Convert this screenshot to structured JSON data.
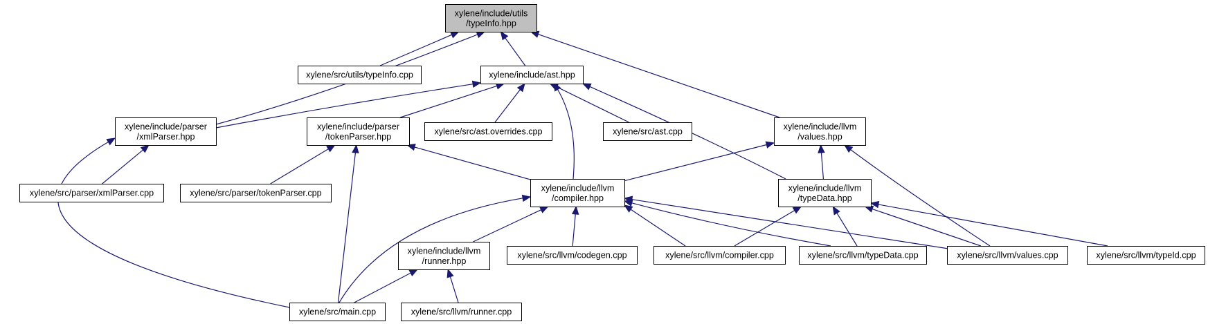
{
  "diagram": {
    "type": "include-dependency-graph",
    "root": "typeinfo_hpp",
    "colors": {
      "edge": "#191970",
      "root_fill": "#bfbfbf",
      "node_fill": "#ffffff",
      "border": "#000000"
    },
    "nodes": [
      {
        "id": "typeinfo_hpp",
        "lines": [
          "xylene/include/utils",
          "/typeInfo.hpp"
        ]
      },
      {
        "id": "typeinfo_cpp",
        "lines": [
          "xylene/src/utils/typeInfo.cpp"
        ]
      },
      {
        "id": "ast_hpp",
        "lines": [
          "xylene/include/ast.hpp"
        ]
      },
      {
        "id": "xmlparser_hpp",
        "lines": [
          "xylene/include/parser",
          "/xmlParser.hpp"
        ]
      },
      {
        "id": "tokenparser_hpp",
        "lines": [
          "xylene/include/parser",
          "/tokenParser.hpp"
        ]
      },
      {
        "id": "ast_overrides_cpp",
        "lines": [
          "xylene/src/ast.overrides.cpp"
        ]
      },
      {
        "id": "ast_cpp",
        "lines": [
          "xylene/src/ast.cpp"
        ]
      },
      {
        "id": "values_hpp",
        "lines": [
          "xylene/include/llvm",
          "/values.hpp"
        ]
      },
      {
        "id": "xmlparser_cpp",
        "lines": [
          "xylene/src/parser/xmlParser.cpp"
        ]
      },
      {
        "id": "tokenparser_cpp",
        "lines": [
          "xylene/src/parser/tokenParser.cpp"
        ]
      },
      {
        "id": "compiler_hpp",
        "lines": [
          "xylene/include/llvm",
          "/compiler.hpp"
        ]
      },
      {
        "id": "typedata_hpp",
        "lines": [
          "xylene/include/llvm",
          "/typeData.hpp"
        ]
      },
      {
        "id": "runner_hpp",
        "lines": [
          "xylene/include/llvm",
          "/runner.hpp"
        ]
      },
      {
        "id": "codegen_cpp",
        "lines": [
          "xylene/src/llvm/codegen.cpp"
        ]
      },
      {
        "id": "compiler_cpp",
        "lines": [
          "xylene/src/llvm/compiler.cpp"
        ]
      },
      {
        "id": "typedata_cpp",
        "lines": [
          "xylene/src/llvm/typeData.cpp"
        ]
      },
      {
        "id": "values_cpp",
        "lines": [
          "xylene/src/llvm/values.cpp"
        ]
      },
      {
        "id": "typeid_cpp",
        "lines": [
          "xylene/src/llvm/typeId.cpp"
        ]
      },
      {
        "id": "main_cpp",
        "lines": [
          "xylene/src/main.cpp"
        ]
      },
      {
        "id": "runner_cpp",
        "lines": [
          "xylene/src/llvm/runner.cpp"
        ]
      }
    ],
    "edges": [
      {
        "from": "typeinfo_cpp",
        "to": "typeinfo_hpp"
      },
      {
        "from": "ast_hpp",
        "to": "typeinfo_hpp"
      },
      {
        "from": "xmlparser_hpp",
        "to": "typeinfo_hpp"
      },
      {
        "from": "values_hpp",
        "to": "typeinfo_hpp"
      },
      {
        "from": "xmlparser_hpp",
        "to": "ast_hpp"
      },
      {
        "from": "tokenparser_hpp",
        "to": "ast_hpp"
      },
      {
        "from": "ast_overrides_cpp",
        "to": "ast_hpp"
      },
      {
        "from": "ast_cpp",
        "to": "ast_hpp"
      },
      {
        "from": "compiler_hpp",
        "to": "ast_hpp"
      },
      {
        "from": "typedata_hpp",
        "to": "ast_hpp"
      },
      {
        "from": "xmlparser_cpp",
        "to": "xmlparser_hpp"
      },
      {
        "from": "main_cpp",
        "to": "xmlparser_hpp"
      },
      {
        "from": "tokenparser_cpp",
        "to": "tokenparser_hpp"
      },
      {
        "from": "compiler_hpp",
        "to": "tokenparser_hpp"
      },
      {
        "from": "main_cpp",
        "to": "tokenparser_hpp"
      },
      {
        "from": "compiler_hpp",
        "to": "values_hpp"
      },
      {
        "from": "typedata_hpp",
        "to": "values_hpp"
      },
      {
        "from": "values_cpp",
        "to": "values_hpp"
      },
      {
        "from": "runner_hpp",
        "to": "compiler_hpp"
      },
      {
        "from": "codegen_cpp",
        "to": "compiler_hpp"
      },
      {
        "from": "compiler_cpp",
        "to": "compiler_hpp"
      },
      {
        "from": "typedata_cpp",
        "to": "compiler_hpp"
      },
      {
        "from": "values_cpp",
        "to": "compiler_hpp"
      },
      {
        "from": "main_cpp",
        "to": "compiler_hpp"
      },
      {
        "from": "compiler_cpp",
        "to": "typedata_hpp"
      },
      {
        "from": "typedata_cpp",
        "to": "typedata_hpp"
      },
      {
        "from": "values_cpp",
        "to": "typedata_hpp"
      },
      {
        "from": "typeid_cpp",
        "to": "typedata_hpp"
      },
      {
        "from": "main_cpp",
        "to": "runner_hpp"
      },
      {
        "from": "runner_cpp",
        "to": "runner_hpp"
      }
    ]
  }
}
